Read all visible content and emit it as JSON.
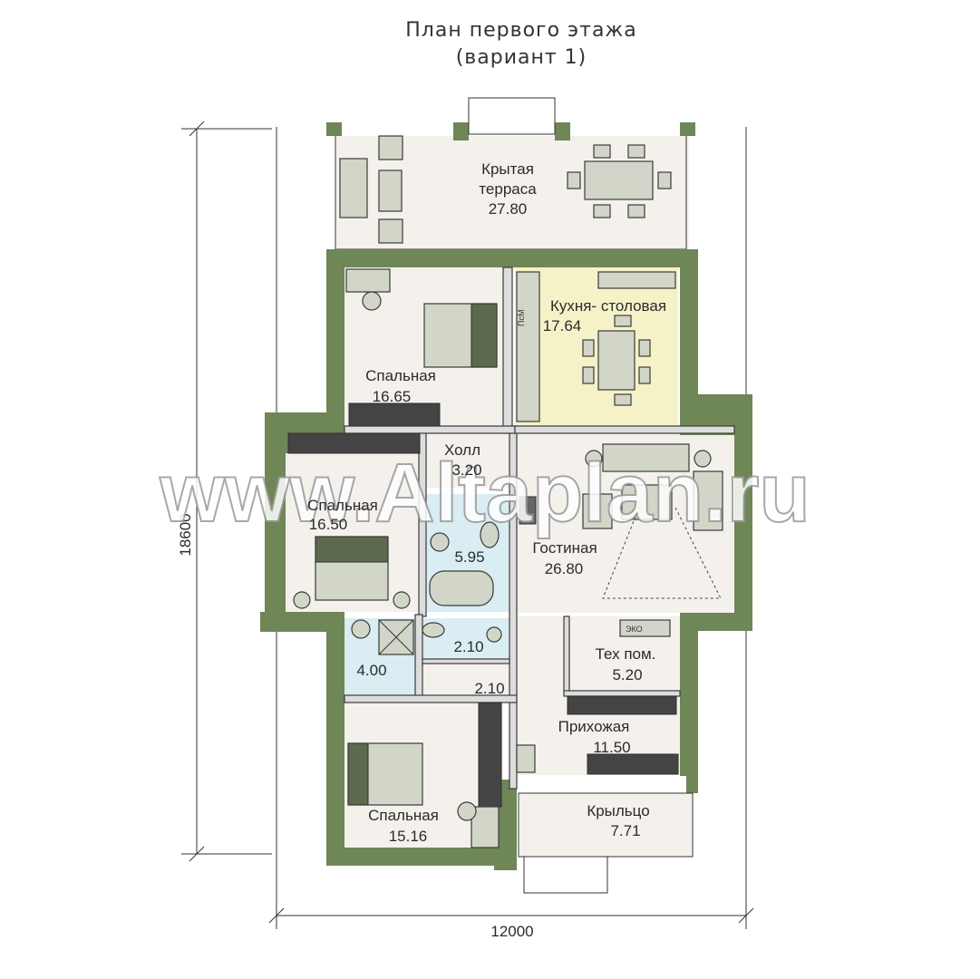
{
  "title": {
    "line1": "План первого этажа",
    "line2": "(вариант 1)"
  },
  "dimensions": {
    "width": "12000",
    "height": "18600"
  },
  "watermark": "www.Altaplan.ru",
  "rooms": {
    "terrace": {
      "name_line1": "Крытая",
      "name_line2": "терраса",
      "area": "27.80"
    },
    "kitchen": {
      "name": "Кухня- столовая",
      "area": "17.64"
    },
    "bedroom1": {
      "name": "Спальная",
      "area": "16.65"
    },
    "hall": {
      "name": "Холл",
      "area": "3.20"
    },
    "bedroom2": {
      "name": "Спальная",
      "area": "16.50"
    },
    "bath1": {
      "area": "5.95"
    },
    "living": {
      "name": "Гостиная",
      "area": "26.80"
    },
    "wc": {
      "area": "2.10"
    },
    "shower": {
      "area": "4.00"
    },
    "corridor": {
      "area": "2.10"
    },
    "tech": {
      "name": "Тех пом.",
      "area": "5.20"
    },
    "entrance": {
      "name": "Прихожая",
      "area": "11.50"
    },
    "bedroom3": {
      "name": "Спальная",
      "area": "15.16"
    },
    "porch": {
      "name": "Крыльцо",
      "area": "7.71"
    }
  },
  "appliance_labels": {
    "dishwasher": "ПсМ",
    "boiler": "ЭКО"
  },
  "colors": {
    "wall": "#6f8656",
    "floor": "#f4f1ec",
    "kitchen": "#f6f2c8",
    "bathroom": "#d9edf3"
  }
}
